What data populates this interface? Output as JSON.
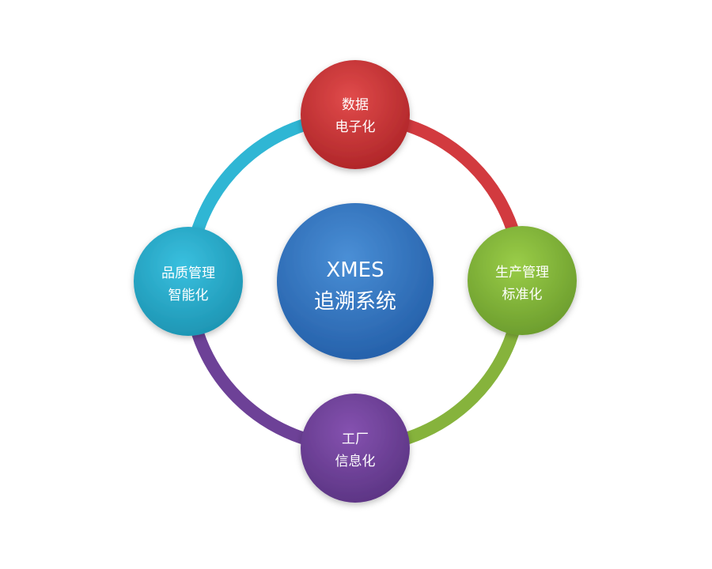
{
  "center": {
    "line1": "XMES",
    "line2": "追溯系统",
    "color": "#2f6fba"
  },
  "nodes": {
    "top": {
      "line1": "数据",
      "line2": "电子化",
      "color": "#c8302f"
    },
    "right": {
      "line1": "生产管理",
      "line2": "标准化",
      "color": "#7fb236"
    },
    "bottom": {
      "line1": "工厂",
      "line2": "信息化",
      "color": "#6d3f94"
    },
    "left": {
      "line1": "品质管理",
      "line2": "智能化",
      "color": "#24a8c7"
    }
  },
  "ring_colors": {
    "top_right": "#d23a3f",
    "right_bottom": "#86b33c",
    "bottom_left": "#6d4197",
    "left_top": "#2fb6d4"
  }
}
